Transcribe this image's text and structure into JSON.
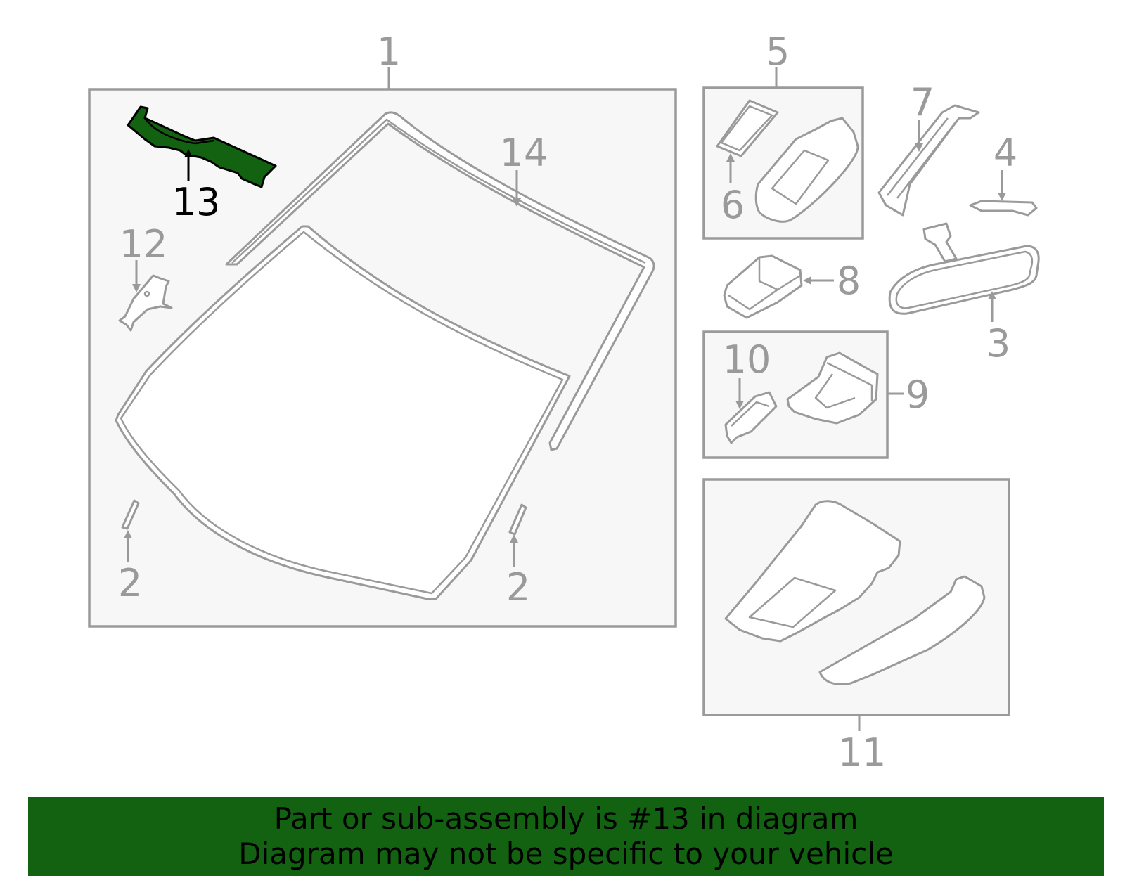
{
  "colors": {
    "highlight": "#126212",
    "line": "#9a9a9a",
    "box_fill": "#f7f7f7",
    "banner_bg": "#126212",
    "text_highlight": "#000000"
  },
  "callouts": {
    "c1": "1",
    "c2a": "2",
    "c2b": "2",
    "c3": "3",
    "c4": "4",
    "c5": "5",
    "c6": "6",
    "c7": "7",
    "c8": "8",
    "c9": "9",
    "c10": "10",
    "c11": "11",
    "c12": "12",
    "c13": "13",
    "c14": "14"
  },
  "highlighted_part": "13",
  "banner": {
    "line1": "Part or sub-assembly is #13 in diagram",
    "line2": "Diagram may not be specific to your vehicle"
  }
}
